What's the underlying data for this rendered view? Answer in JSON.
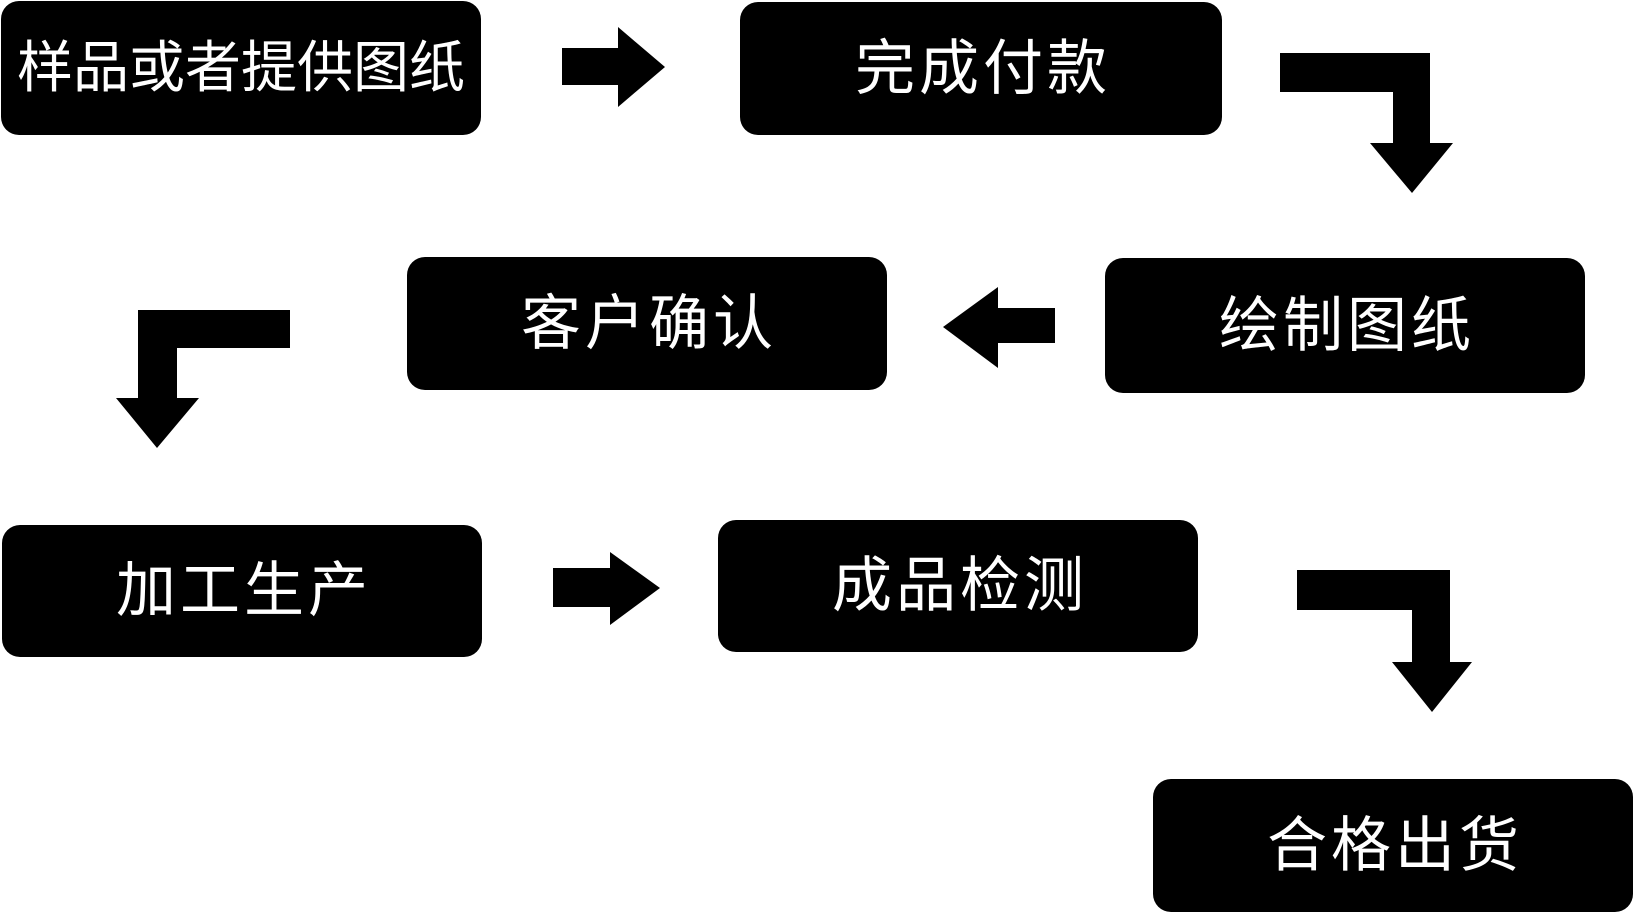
{
  "diagram": {
    "title": "production-process-flowchart",
    "background_color": "#ffffff",
    "node_fill_color": "#000000",
    "node_text_color": "#ffffff",
    "steps": [
      {
        "order": 1,
        "label": "样品或者提供图纸"
      },
      {
        "order": 2,
        "label": "完成付款"
      },
      {
        "order": 3,
        "label": "绘制图纸"
      },
      {
        "order": 4,
        "label": "客户确认"
      },
      {
        "order": 5,
        "label": "加工生产"
      },
      {
        "order": 6,
        "label": "成品检测"
      },
      {
        "order": 7,
        "label": "合格出货"
      }
    ],
    "connections": [
      {
        "from": "样品或者提供图纸",
        "to": "完成付款",
        "shape": "straight-right"
      },
      {
        "from": "完成付款",
        "to": "绘制图纸",
        "shape": "elbow-right-down"
      },
      {
        "from": "绘制图纸",
        "to": "客户确认",
        "shape": "straight-left"
      },
      {
        "from": "客户确认",
        "to": "加工生产",
        "shape": "elbow-left-down"
      },
      {
        "from": "加工生产",
        "to": "成品检测",
        "shape": "straight-right"
      },
      {
        "from": "成品检测",
        "to": "合格出货",
        "shape": "elbow-right-down"
      }
    ]
  }
}
